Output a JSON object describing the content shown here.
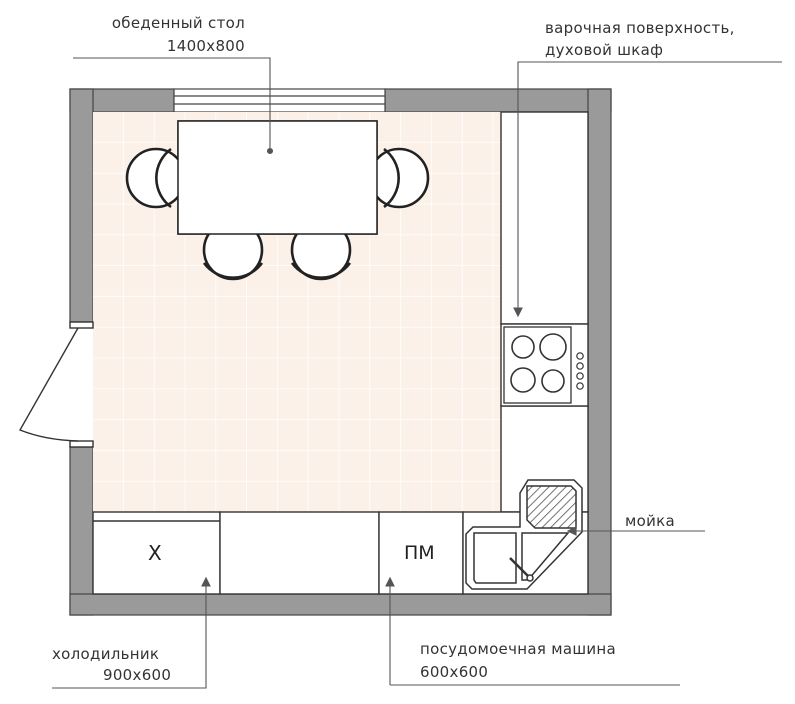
{
  "labels": {
    "table_name": "обеденный стол",
    "table_size": "1400х800",
    "hob_line1": "варочная поверхность,",
    "hob_line2": "духовой шкаф",
    "sink": "мойка",
    "fridge_name": "холодильник",
    "fridge_size": "900х600",
    "dishwasher_name": "посудомоечная машина",
    "dishwasher_size": "600х600",
    "fridge_mark": "Х",
    "dishwasher_mark": "ПМ"
  },
  "colors": {
    "wall": "#9a9a9a",
    "floor": "#fbf1e8",
    "tile_line": "#ffffff",
    "stroke": "#333333",
    "leader": "#555555"
  }
}
